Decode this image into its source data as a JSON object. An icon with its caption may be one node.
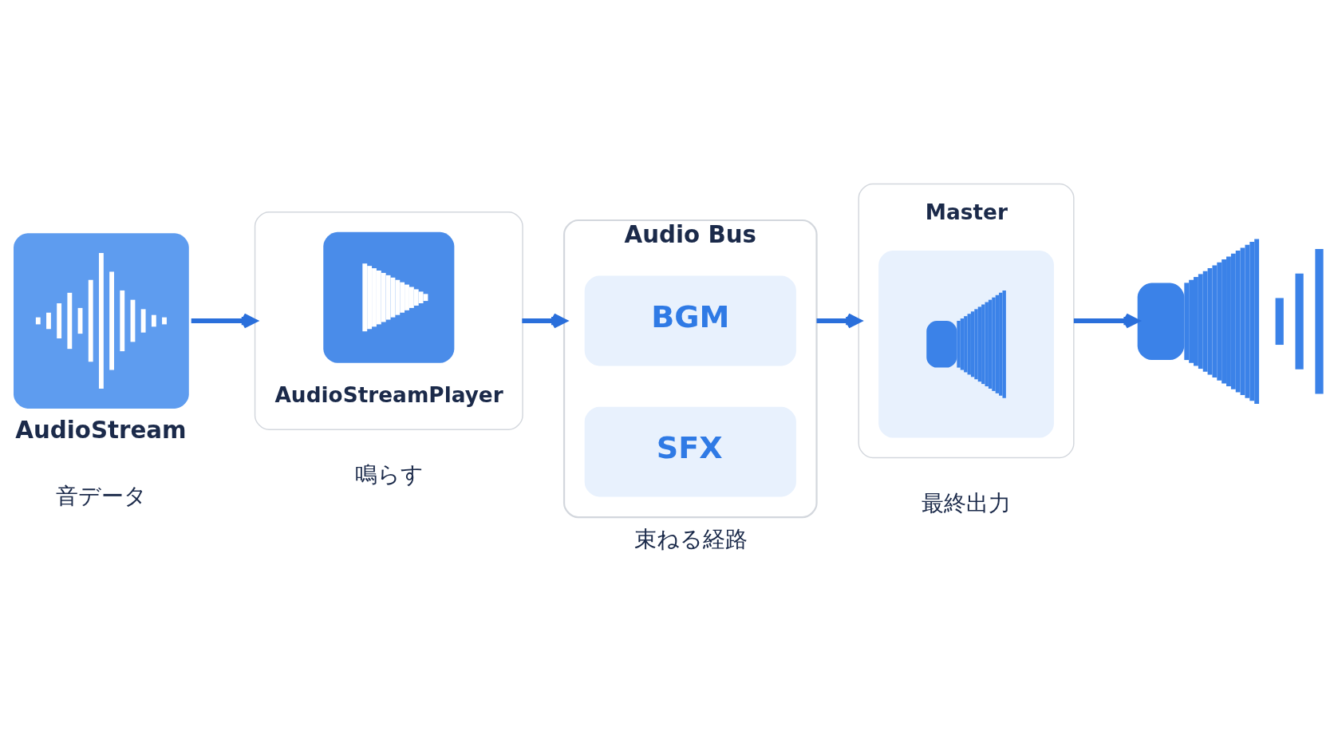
{
  "diagram": {
    "nodes": [
      {
        "text": [
          "AudioStream"
        ],
        "beside": [
          "音データ"
        ]
      },
      {
        "text": [
          "AudioStreamPlayer"
        ],
        "beside": [
          "鳴らす"
        ]
      },
      {
        "text": [
          "Audio Bus"
        ],
        "beside": [
          "束ねる経路"
        ]
      },
      {
        "text": [
          "BGM"
        ],
        "in": 2
      },
      {
        "text": [
          "SFX"
        ],
        "in": 2
      },
      {
        "text": [
          "Master"
        ],
        "beside": [
          "最終出力"
        ]
      },
      {
        "text": [],
        "shape": "picture"
      }
    ],
    "edges": [
      {
        "from": 0,
        "to": 1,
        "arrow": "to"
      },
      {
        "from": 1,
        "to": 2,
        "arrow": "to"
      },
      {
        "from": 2,
        "to": 5,
        "arrow": "to"
      },
      {
        "from": 5,
        "to": 6,
        "arrow": "to"
      }
    ]
  }
}
